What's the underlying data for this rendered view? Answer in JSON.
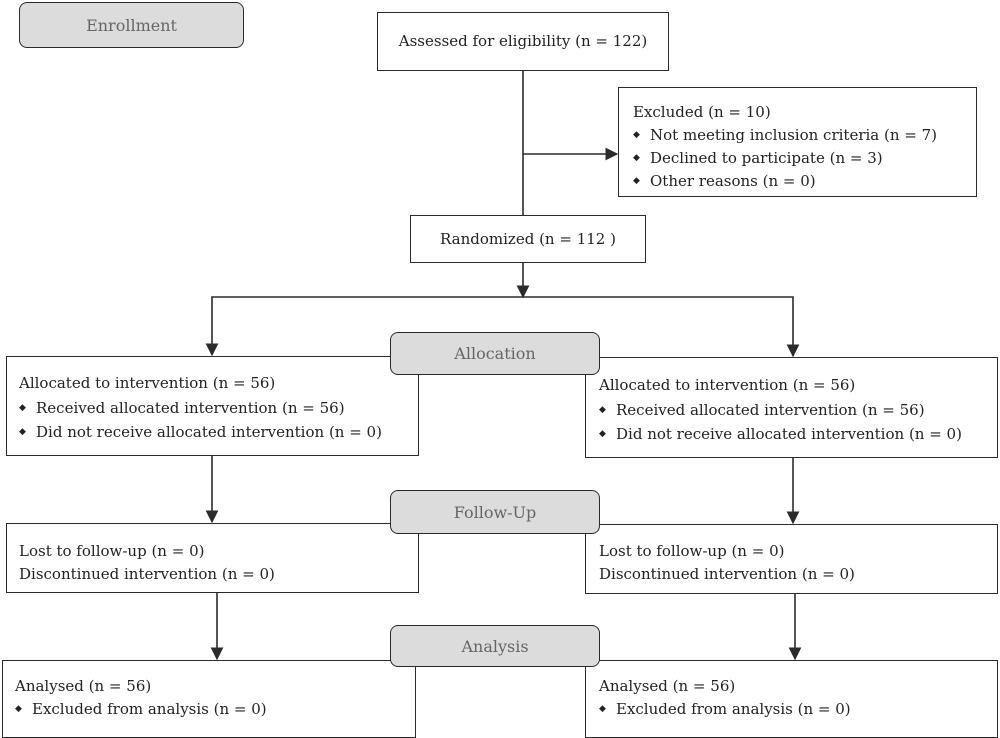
{
  "stages": {
    "enrollment": "Enrollment",
    "allocation": "Allocation",
    "follow_up": "Follow-Up",
    "analysis": "Analysis"
  },
  "assessed": "Assessed for eligibility (n = 122)",
  "excluded": {
    "title": "Excluded  (n = 10)",
    "items": [
      "Not meeting inclusion criteria (n = 7)",
      "Declined to participate (n = 3)",
      "Other reasons (n = 0)"
    ]
  },
  "randomized": "Randomized (n = 112  )",
  "left": {
    "allocation": {
      "title": "Allocated to intervention (n = 56)",
      "items": [
        "Received allocated intervention (n = 56)",
        "Did not receive allocated intervention (n = 0)"
      ]
    },
    "follow_up": {
      "lines": [
        "Lost to follow-up (n = 0)",
        "Discontinued intervention (n = 0)"
      ]
    },
    "analysis": {
      "title": "Analysed  (n = 56)",
      "items": [
        "Excluded from analysis (n = 0)"
      ]
    }
  },
  "right": {
    "allocation": {
      "title": "Allocated to intervention (n = 56)",
      "items": [
        "Received allocated intervention (n = 56)",
        "Did not receive allocated intervention (n = 0)"
      ]
    },
    "follow_up": {
      "lines": [
        "Lost to follow-up (n = 0)",
        "Discontinued intervention (n = 0)"
      ]
    },
    "analysis": {
      "title": "Analysed  (n = 56)",
      "items": [
        "Excluded from analysis (n = 0)"
      ]
    }
  }
}
